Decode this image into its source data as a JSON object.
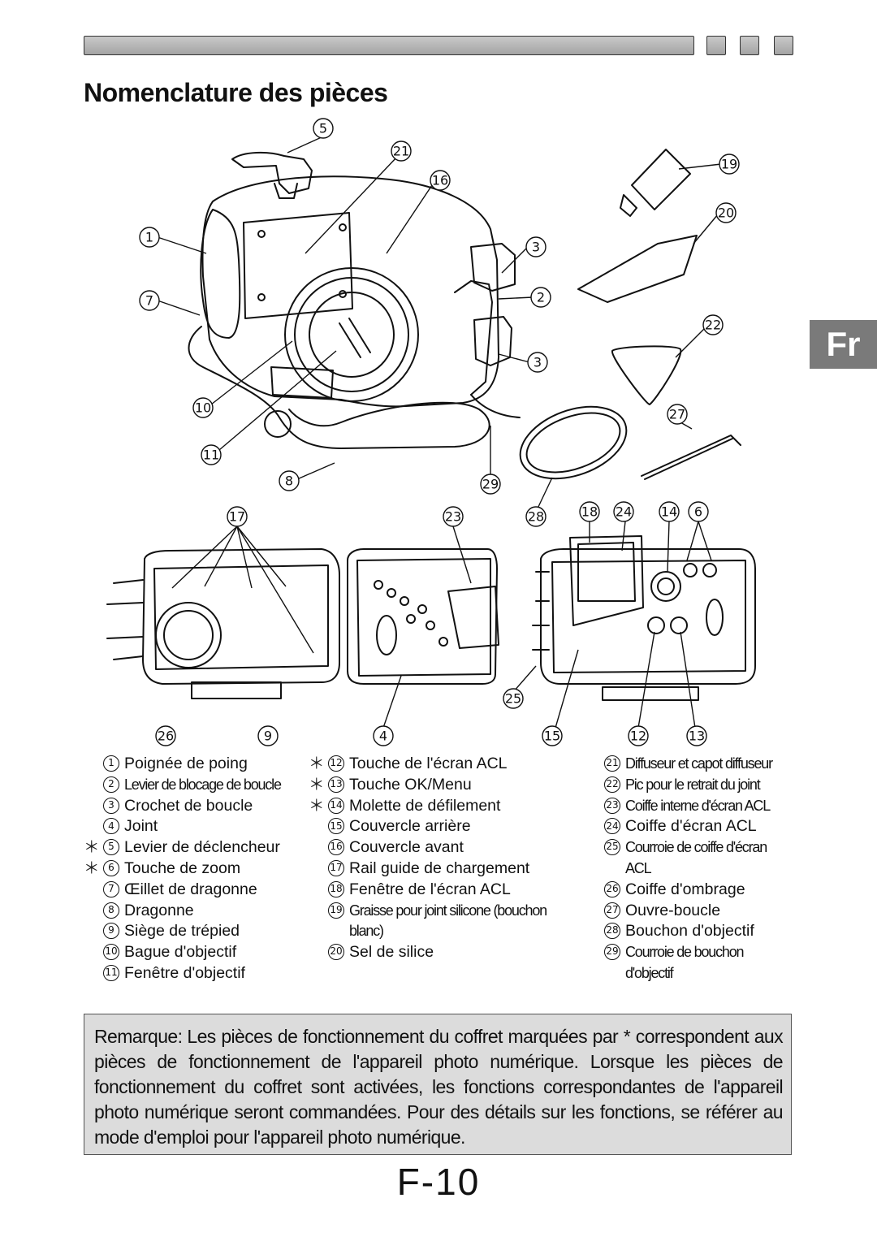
{
  "title": "Nomenclature des pièces",
  "language_tab": "Fr",
  "callouts_top": [
    "5",
    "21",
    "16",
    "19",
    "20",
    "1",
    "3",
    "2",
    "7",
    "22",
    "3",
    "10",
    "27",
    "11",
    "8",
    "29"
  ],
  "callouts_bottom": [
    "17",
    "23",
    "28",
    "18",
    "24",
    "14",
    "6",
    "25",
    "26",
    "9",
    "4",
    "15",
    "12",
    "13"
  ],
  "legend": {
    "col1": [
      {
        "n": "1",
        "star": "",
        "text": "Poignée de poing"
      },
      {
        "n": "2",
        "star": "",
        "text": "Levier de blocage de boucle"
      },
      {
        "n": "3",
        "star": "",
        "text": "Crochet de boucle"
      },
      {
        "n": "4",
        "star": "",
        "text": "Joint"
      },
      {
        "n": "5",
        "star": "＊",
        "text": "Levier de déclencheur"
      },
      {
        "n": "6",
        "star": "＊",
        "text": "Touche de zoom"
      },
      {
        "n": "7",
        "star": "",
        "text": "Œillet de dragonne"
      },
      {
        "n": "8",
        "star": "",
        "text": "Dragonne"
      },
      {
        "n": "9",
        "star": "",
        "text": "Siège de trépied"
      },
      {
        "n": "10",
        "star": "",
        "text": "Bague d'objectif"
      },
      {
        "n": "11",
        "star": "",
        "text": "Fenêtre d'objectif"
      }
    ],
    "col2": [
      {
        "n": "12",
        "star": "＊",
        "text": "Touche de l'écran ACL"
      },
      {
        "n": "13",
        "star": "＊",
        "text": "Touche OK/Menu"
      },
      {
        "n": "14",
        "star": "＊",
        "text": "Molette de défilement"
      },
      {
        "n": "15",
        "star": "",
        "text": "Couvercle arrière"
      },
      {
        "n": "16",
        "star": "",
        "text": "Couvercle avant"
      },
      {
        "n": "17",
        "star": "",
        "text": "Rail guide de chargement"
      },
      {
        "n": "18",
        "star": "",
        "text": "Fenêtre de l'écran ACL"
      },
      {
        "n": "19",
        "star": "",
        "text": "Graisse pour joint silicone (bouchon blanc)"
      },
      {
        "n": "20",
        "star": "",
        "text": "Sel de silice"
      }
    ],
    "col3": [
      {
        "n": "21",
        "text": "Diffuseur et capot diffuseur"
      },
      {
        "n": "22",
        "text": "Pic pour le retrait du joint"
      },
      {
        "n": "23",
        "text": "Coiffe interne d'écran ACL"
      },
      {
        "n": "24",
        "text": "Coiffe d'écran ACL"
      },
      {
        "n": "25",
        "text": "Courroie de coiffe d'écran ACL"
      },
      {
        "n": "26",
        "text": "Coiffe d'ombrage"
      },
      {
        "n": "27",
        "text": "Ouvre-boucle"
      },
      {
        "n": "28",
        "text": "Bouchon d'objectif"
      },
      {
        "n": "29",
        "text": "Courroie de bouchon d'objectif"
      }
    ]
  },
  "note": {
    "label": "Remarque:",
    "text": "Les pièces de fonctionnement du coffret marquées par * correspondent aux pièces de fonctionnement de l'appareil photo numérique. Lorsque les pièces de fonctionnement du coffret sont activées, les fonctions correspondantes de l'appareil photo numérique seront commandées. Pour des détails sur les fonctions, se référer au mode d'emploi pour l'appareil photo numérique."
  },
  "page_number": "F-10"
}
